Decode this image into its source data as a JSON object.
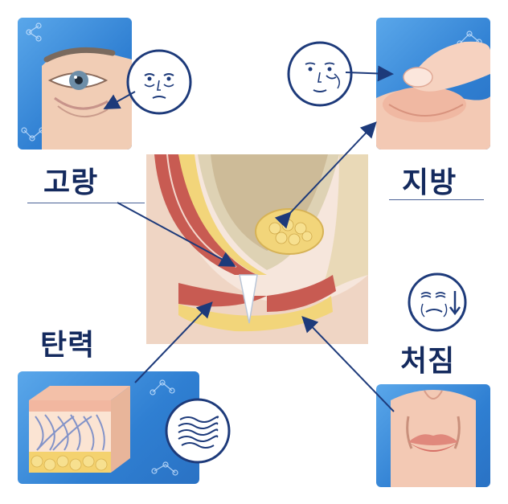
{
  "labels": {
    "top_left": "고랑",
    "top_right": "지방",
    "bottom_left": "탄력",
    "bottom_right": "처짐"
  },
  "colors": {
    "panel_blue": "#3b8ddd",
    "title_navy": "#142a5e",
    "arrow_navy": "#1d3a7a",
    "muscle_red": "#c85b52",
    "fat_yellow": "#f2d57a",
    "bone_beige": "#e9d9b7"
  },
  "icons": {
    "top_left_panel": "eye-tear-trough-icon",
    "top_left_circle": "tired-face-icon",
    "top_right_panel": "finger-pressing-fat-icon",
    "top_right_circle": "face-undereye-bag-icon",
    "bottom_left_panel": "skin-collagen-block-icon",
    "bottom_left_circle": "wavy-fibers-icon",
    "bottom_right_panel": "lips-nasolabial-icon",
    "bottom_right_circle": "sagging-face-down-arrow-icon",
    "center": "eyelid-anatomy-cross-section"
  }
}
